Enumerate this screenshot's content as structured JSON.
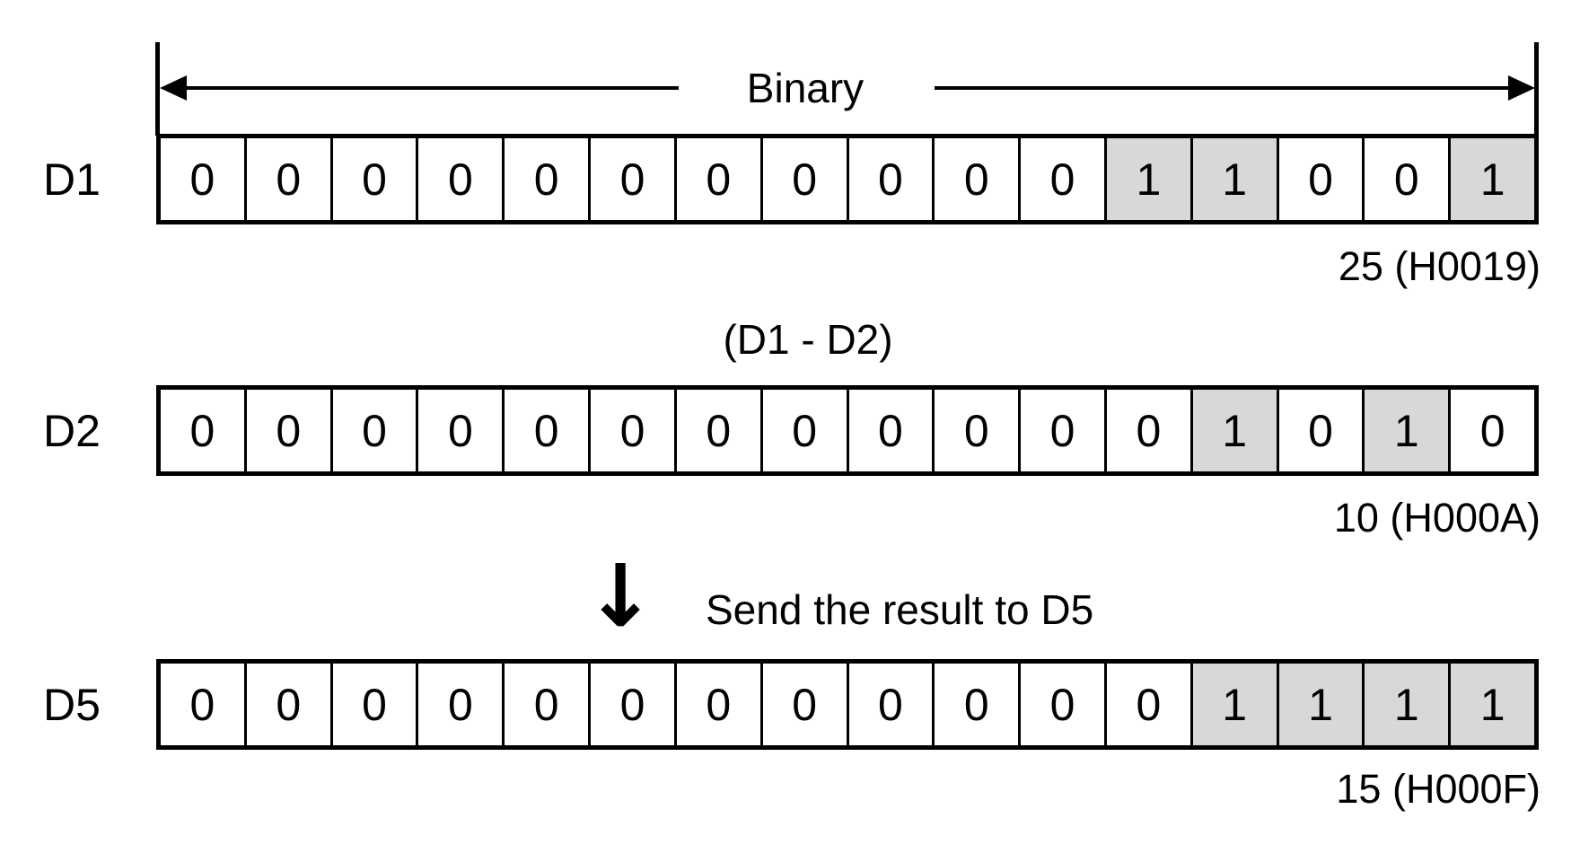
{
  "labels": {
    "binary": "Binary",
    "operation": "(D1 - D2)",
    "send": "Send the result to D5",
    "down_arrow_glyph": "↓"
  },
  "registers": [
    {
      "name": "D1",
      "bits": [
        "0",
        "0",
        "0",
        "0",
        "0",
        "0",
        "0",
        "0",
        "0",
        "0",
        "0",
        "1",
        "1",
        "0",
        "0",
        "1"
      ],
      "value_label": "25 (H0019)",
      "decimal": 25,
      "hex": "H0019"
    },
    {
      "name": "D2",
      "bits": [
        "0",
        "0",
        "0",
        "0",
        "0",
        "0",
        "0",
        "0",
        "0",
        "0",
        "0",
        "0",
        "1",
        "0",
        "1",
        "0"
      ],
      "value_label": "10 (H000A)",
      "decimal": 10,
      "hex": "H000A"
    },
    {
      "name": "D5",
      "bits": [
        "0",
        "0",
        "0",
        "0",
        "0",
        "0",
        "0",
        "0",
        "0",
        "0",
        "0",
        "0",
        "1",
        "1",
        "1",
        "1"
      ],
      "value_label": "15 (H000F)",
      "decimal": 15,
      "hex": "H000F"
    }
  ],
  "colors": {
    "highlight": "#d8d8d8",
    "line": "#000000",
    "background": "#ffffff"
  }
}
